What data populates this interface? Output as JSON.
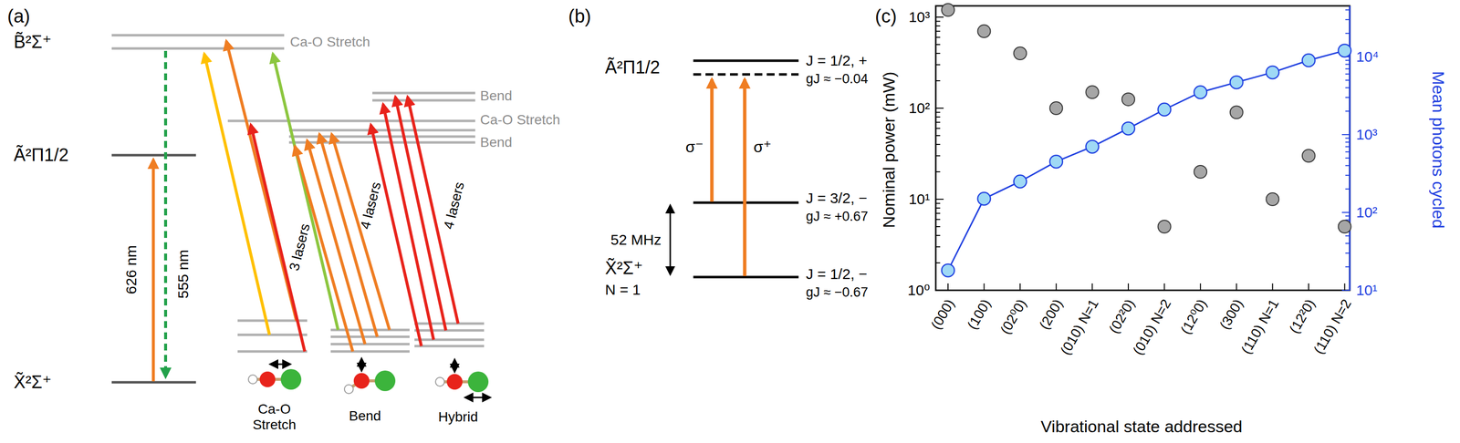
{
  "diagram": {
    "labels": [
      "(a)",
      "B̃²Σ⁺",
      "Ca-O Stretch",
      "Bend",
      "Ca-O Stretch",
      "Bend",
      "Ã²Π1/2",
      "626 nm",
      "555 nm",
      "3 lasers",
      "4 lasers",
      "4 lasers",
      "X̃²Σ⁺",
      "Ca-O Stretch",
      "Bend",
      "Hybrid",
      "(b)",
      "Ã²Π1/2",
      "J = 1/2, +",
      "gJ ≈ −0.04",
      "σ⁻",
      "σ⁺",
      "J = 3/2, −",
      "gJ ≈ +0.67",
      "52 MHz",
      "X̃²Σ⁺",
      "N = 1",
      "J = 1/2, −",
      "gJ ≈ −0.67",
      "(c)",
      "10³",
      "10²",
      "10¹",
      "10⁰",
      "Nominal power (mW)",
      "10⁴",
      "10³",
      "10²",
      "10¹",
      "Mean photons cycled",
      "(000)",
      "(100)",
      "(02⁰0)",
      "(200)",
      "(010) N=1",
      "(02²0)",
      "(010) N=2",
      "(12⁰0)",
      "(300)",
      "(110) N=1",
      "(12²0)",
      "(110) N=2",
      "Vibrational state addressed"
    ]
  }
}
